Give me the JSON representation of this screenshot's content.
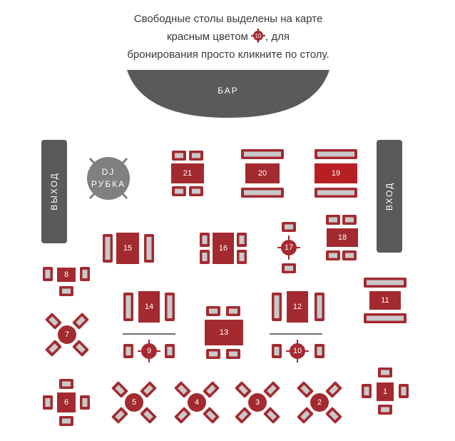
{
  "info": {
    "line1": "Свободные столы выделены на карте",
    "line2_before": "красным цветом",
    "marker_number": "10",
    "line2_after": ", для",
    "line3": "бронирования просто кликните по столу."
  },
  "zones": {
    "bar": "БАР",
    "exit": "ВЫХОД",
    "entrance": "ВХОД",
    "dj_line1": "DJ",
    "dj_line2": "РУБКА"
  },
  "colors": {
    "table": "#a32a2f",
    "table_highlight": "#b81f25",
    "seat": "#a32a2f",
    "seat_cushion": "#c9c9c9",
    "zone": "#5a5a5a",
    "dj": "#808080",
    "text": "#3a3a3a"
  },
  "tables": [
    {
      "number": "1",
      "status": "free"
    },
    {
      "number": "2",
      "status": "free"
    },
    {
      "number": "3",
      "status": "free"
    },
    {
      "number": "4",
      "status": "free"
    },
    {
      "number": "5",
      "status": "free"
    },
    {
      "number": "6",
      "status": "free"
    },
    {
      "number": "7",
      "status": "free"
    },
    {
      "number": "8",
      "status": "free"
    },
    {
      "number": "9",
      "status": "free"
    },
    {
      "number": "10",
      "status": "free"
    },
    {
      "number": "11",
      "status": "free"
    },
    {
      "number": "12",
      "status": "free"
    },
    {
      "number": "13",
      "status": "free"
    },
    {
      "number": "14",
      "status": "free"
    },
    {
      "number": "15",
      "status": "free"
    },
    {
      "number": "16",
      "status": "free"
    },
    {
      "number": "17",
      "status": "free"
    },
    {
      "number": "18",
      "status": "free"
    },
    {
      "number": "19",
      "status": "free"
    },
    {
      "number": "20",
      "status": "free"
    },
    {
      "number": "21",
      "status": "free"
    }
  ]
}
